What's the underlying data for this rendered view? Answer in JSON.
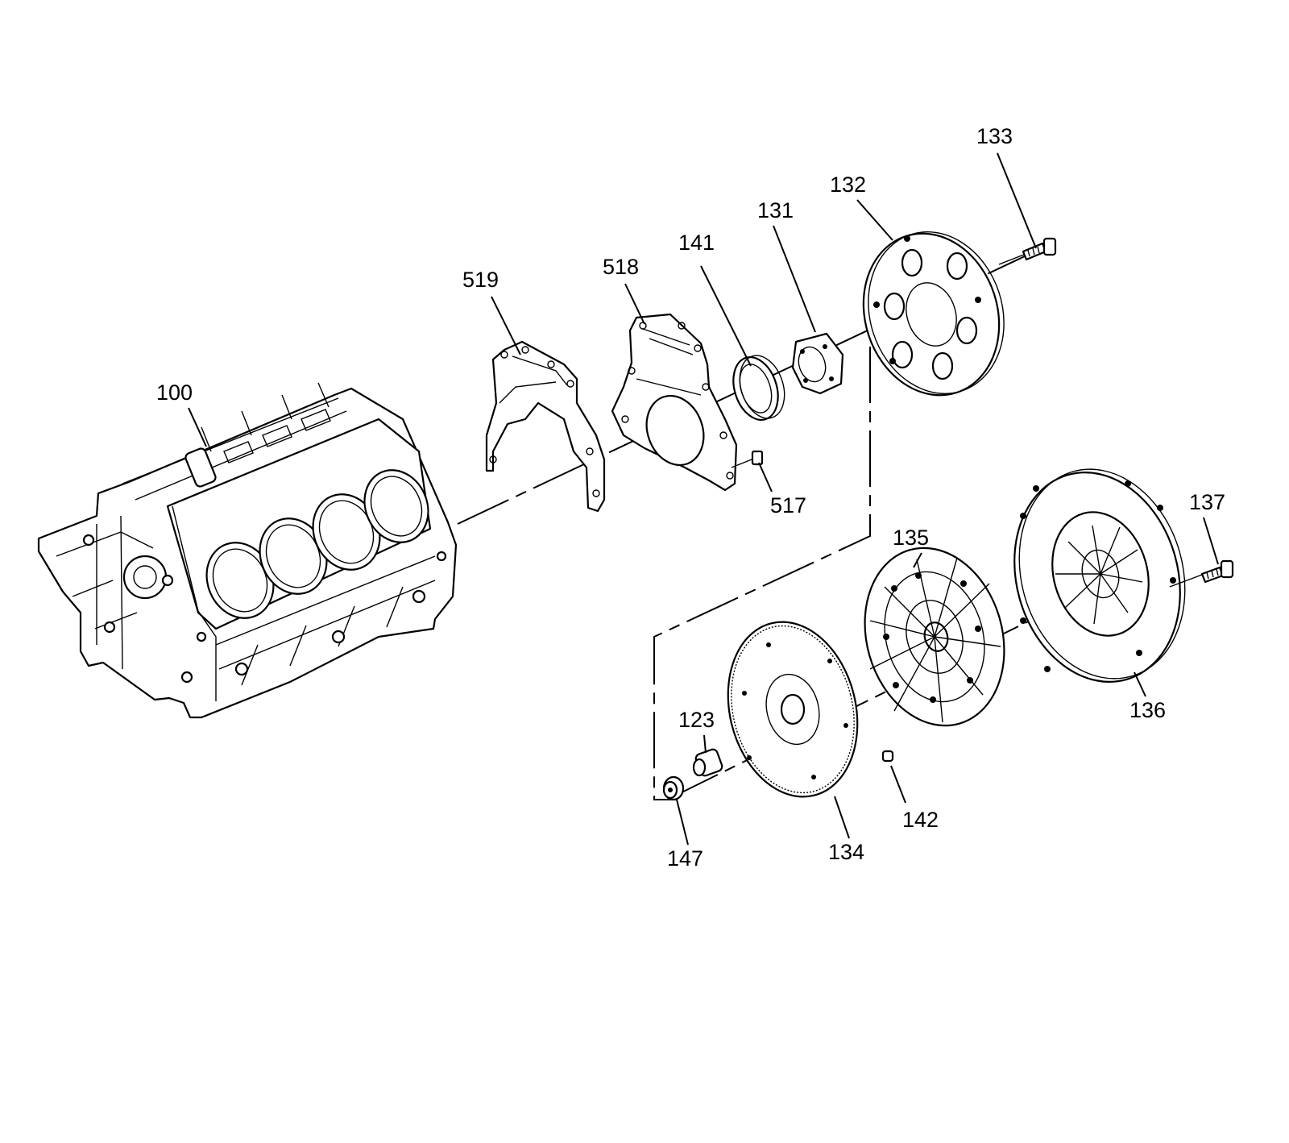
{
  "diagram": {
    "labels": {
      "p100": "100",
      "p519": "519",
      "p518": "518",
      "p141": "141",
      "p131": "131",
      "p132": "132",
      "p133": "133",
      "p517": "517",
      "p135": "135",
      "p137": "137",
      "p136": "136",
      "p123": "123",
      "p147": "147",
      "p134": "134",
      "p142": "142"
    }
  }
}
